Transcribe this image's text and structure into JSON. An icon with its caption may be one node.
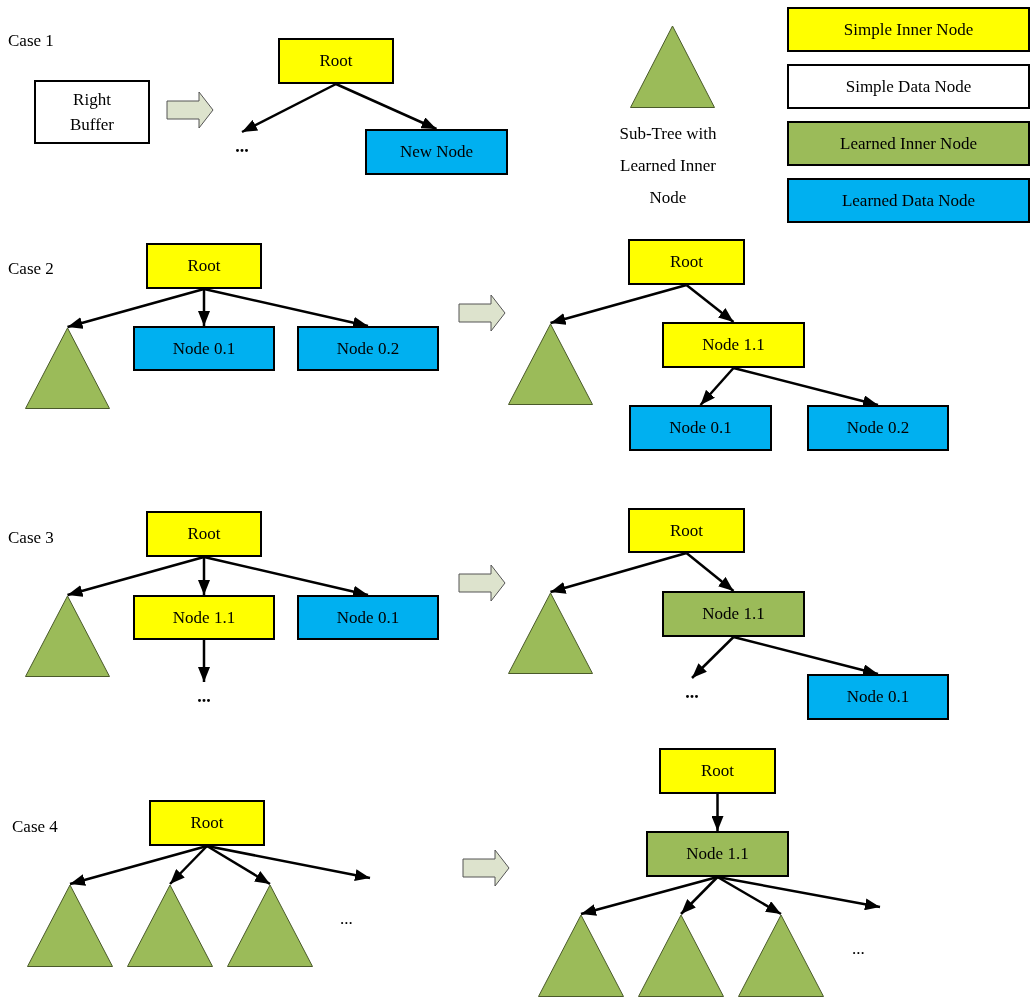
{
  "diagram": {
    "nodes": [
      {
        "text": [
          "Right Buffer"
        ]
      },
      {
        "text": [
          "Root"
        ]
      },
      {
        "text": [
          "..."
        ]
      },
      {
        "text": [
          "New Node"
        ]
      },
      {
        "text": [
          "Root"
        ]
      },
      {
        "text": [],
        "shape": "triangle"
      },
      {
        "text": [
          "Node 0.1"
        ]
      },
      {
        "text": [
          "Node 0.2"
        ]
      },
      {
        "text": [
          "Root"
        ]
      },
      {
        "text": [],
        "shape": "triangle"
      },
      {
        "text": [
          "Node 1.1"
        ]
      },
      {
        "text": [
          "Node 0.1"
        ]
      },
      {
        "text": [
          "Node 0.2"
        ]
      },
      {
        "text": [
          "Root"
        ]
      },
      {
        "text": [],
        "shape": "triangle"
      },
      {
        "text": [
          "Node 1.1"
        ]
      },
      {
        "text": [
          "Node 0.1"
        ]
      },
      {
        "text": [
          "..."
        ]
      },
      {
        "text": [
          "Root"
        ]
      },
      {
        "text": [],
        "shape": "triangle"
      },
      {
        "text": [
          "Node 1.1"
        ]
      },
      {
        "text": [
          "..."
        ]
      },
      {
        "text": [
          "Node 0.1"
        ]
      },
      {
        "text": [
          "Root"
        ]
      },
      {
        "text": [],
        "shape": "triangle"
      },
      {
        "text": [],
        "shape": "triangle"
      },
      {
        "text": [],
        "shape": "triangle"
      },
      {
        "text": [
          "Root"
        ]
      },
      {
        "text": [
          "Node 1.1"
        ]
      },
      {
        "text": [],
        "shape": "triangle"
      },
      {
        "text": [],
        "shape": "triangle"
      },
      {
        "text": [],
        "shape": "triangle"
      }
    ],
    "edges": [
      {
        "from": 1,
        "to": 2,
        "arrow": "to"
      },
      {
        "from": 1,
        "to": 3,
        "arrow": "to"
      },
      {
        "from": 4,
        "to": 5,
        "arrow": "to"
      },
      {
        "from": 4,
        "to": 6,
        "arrow": "to"
      },
      {
        "from": 4,
        "to": 7,
        "arrow": "to"
      },
      {
        "from": 8,
        "to": 9,
        "arrow": "to"
      },
      {
        "from": 8,
        "to": 10,
        "arrow": "to"
      },
      {
        "from": 10,
        "to": 11,
        "arrow": "to"
      },
      {
        "from": 10,
        "to": 12,
        "arrow": "to"
      },
      {
        "from": 13,
        "to": 14,
        "arrow": "to"
      },
      {
        "from": 13,
        "to": 15,
        "arrow": "to"
      },
      {
        "from": 13,
        "to": 16,
        "arrow": "to"
      },
      {
        "from": 15,
        "to": 17,
        "arrow": "to"
      },
      {
        "from": 18,
        "to": 19,
        "arrow": "to"
      },
      {
        "from": 18,
        "to": 20,
        "arrow": "to"
      },
      {
        "from": 20,
        "to": 21,
        "arrow": "to"
      },
      {
        "from": 20,
        "to": 22,
        "arrow": "to"
      },
      {
        "from": 23,
        "to": 24,
        "arrow": "to"
      },
      {
        "from": 23,
        "to": 25,
        "arrow": "to"
      },
      {
        "from": 23,
        "to": 26,
        "arrow": "to"
      },
      {
        "from": 23,
        "to": null,
        "arrow": "to"
      },
      {
        "from": 27,
        "to": 28,
        "arrow": "to"
      },
      {
        "from": 28,
        "to": 29,
        "arrow": "to"
      },
      {
        "from": 28,
        "to": 30,
        "arrow": "to"
      },
      {
        "from": 28,
        "to": 31,
        "arrow": "to"
      },
      {
        "from": 28,
        "to": null,
        "arrow": "to"
      },
      {
        "from": 0,
        "to": 2,
        "arrow": "to",
        "style": "thick",
        "color": "#dde3cd"
      },
      {
        "from": 7,
        "to": 9,
        "arrow": "to",
        "style": "thick",
        "color": "#dde3cd"
      },
      {
        "from": 16,
        "to": 19,
        "arrow": "to",
        "style": "thick",
        "color": "#dde3cd"
      }
    ],
    "labels": [
      "Case 1",
      "Case 2",
      "Case 3",
      "Case 4",
      "...",
      "..."
    ],
    "legend": [
      {
        "text": "Sub-Tree with Learned Inner Node"
      },
      {
        "text": "Simple Inner Node",
        "color": "#ffff00"
      },
      {
        "text": "Simple Data Node",
        "color": "#ffffff"
      },
      {
        "text": "Learned Inner Node",
        "color": "#9bbb59"
      },
      {
        "text": "Learned Data Node",
        "color": "#00b0f0"
      }
    ]
  }
}
